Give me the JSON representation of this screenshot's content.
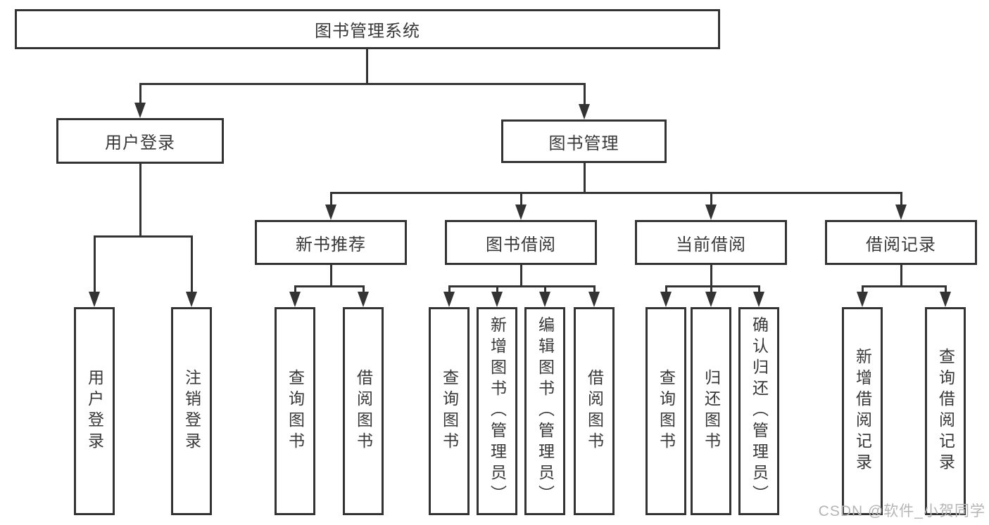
{
  "colors": {
    "line": "#333333",
    "text": "#383838",
    "box_bg": "#ffffff",
    "watermark": "#b5b5b5"
  },
  "tree": {
    "root": {
      "label": "图书管理系统"
    },
    "level2": {
      "user_login": {
        "label": "用户登录"
      },
      "book_mgmt": {
        "label": "图书管理"
      }
    },
    "level3": {
      "new_books": {
        "label": "新书推荐"
      },
      "borrowing": {
        "label": "图书借阅"
      },
      "current": {
        "label": "当前借阅"
      },
      "records": {
        "label": "借阅记录"
      }
    },
    "leaves": {
      "login": {
        "label": "用户登录"
      },
      "logout": {
        "label": "注销登录"
      },
      "nb_query": {
        "label": "查询图书"
      },
      "nb_borrow": {
        "label": "借阅图书"
      },
      "bb_query": {
        "label": "查询图书"
      },
      "bb_add": {
        "label": "新增图书（管理员）"
      },
      "bb_edit": {
        "label": "编辑图书（管理员）"
      },
      "bb_borrow": {
        "label": "借阅图书"
      },
      "cb_query": {
        "label": "查询图书"
      },
      "cb_return": {
        "label": "归还图书"
      },
      "cb_confirm": {
        "label": "确认归还（管理员）"
      },
      "rec_add": {
        "label": "新增借阅记录"
      },
      "rec_query": {
        "label": "查询借阅记录"
      }
    }
  },
  "watermark": {
    "text": "CSDN @软件_小贺同学"
  }
}
